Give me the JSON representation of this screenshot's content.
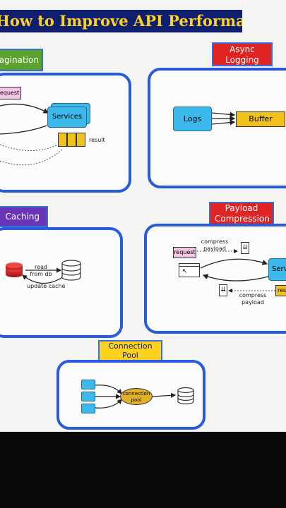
{
  "title": "How to Improve API Performance",
  "sections": {
    "pagination": {
      "label": "Pagination",
      "request": "request",
      "services": "Services",
      "result": "result"
    },
    "async_logging": {
      "label": "Async Logging",
      "logs": "Logs",
      "buffer": "Buffer"
    },
    "caching": {
      "label": "Caching",
      "read_from_db": "read from db",
      "update_cache": "update cache"
    },
    "payload_compression": {
      "label": "Payload Compression",
      "compress_payload_top": "compress payload",
      "request": "request",
      "services": "Services",
      "response": "response",
      "compress_payload_bottom": "compress payload"
    },
    "connection_pool": {
      "label": "Connection Pool",
      "pool": "connection pool"
    }
  },
  "colors": {
    "panel_border": "#2a5bdc",
    "title_bg": "#0d1f6e",
    "title_text": "#ffd21f",
    "node_blue": "#3cb8ea",
    "buffer_yellow": "#f0c21a",
    "request_pink": "#f5c5e4"
  }
}
